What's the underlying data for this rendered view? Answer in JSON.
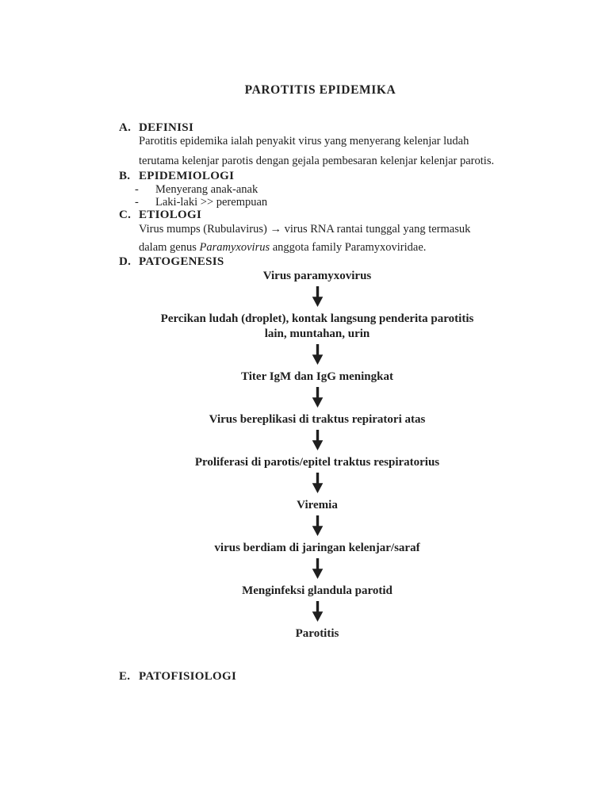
{
  "document": {
    "title": "PAROTITIS EPIDEMIKA"
  },
  "sections": {
    "definisi": {
      "letter": "A.",
      "heading": "DEFINISI",
      "line1": "Parotitis epidemika ialah penyakit virus yang menyerang kelenjar ludah",
      "line2": "terutama kelenjar parotis dengan gejala pembesaran kelenjar kelenjar parotis."
    },
    "epidemiologi": {
      "letter": "B.",
      "heading": "EPIDEMIOLOGI",
      "bullets": [
        {
          "marker": "-",
          "text": "Menyerang anak-anak"
        },
        {
          "marker": "-",
          "text": "Laki-laki >> perempuan"
        }
      ]
    },
    "etiologi": {
      "letter": "C.",
      "heading": "ETIOLOGI",
      "line1": "Virus mumps (Rubulavirus) → virus RNA rantai tunggal yang termasuk",
      "line2_prefix": "dalam genus ",
      "line2_italic": "Paramyxovirus",
      "line2_suffix": " anggota family Paramyxoviridae."
    },
    "patogenesis": {
      "letter": "D.",
      "heading": "PATOGENESIS"
    },
    "patofisiologi": {
      "letter": "E.",
      "heading": "PATOFISIOLOGI"
    }
  },
  "flowchart": {
    "arrow_icon": "down-arrow",
    "nodes": [
      "Virus paramyxovirus",
      "Percikan ludah (droplet), kontak langsung penderita parotitis\nlain, muntahan, urin",
      "Titer IgM dan IgG meningkat",
      "Virus bereplikasi di traktus repiratori atas",
      "Proliferasi di parotis/epitel traktus respiratorius",
      "Viremia",
      "virus berdiam di jaringan kelenjar/saraf",
      "Menginfeksi glandula parotid",
      "Parotitis"
    ]
  },
  "colors": {
    "text": "#1f1f1f",
    "page_background": "#ffffff"
  }
}
